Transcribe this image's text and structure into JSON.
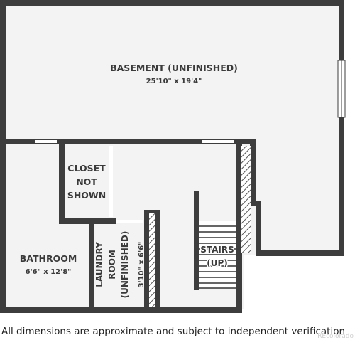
{
  "rooms": {
    "basement": {
      "name": "BASEMENT (UNFINISHED)",
      "dimensions": "25'10\" x 19'4\""
    },
    "closet": {
      "line1": "CLOSET",
      "line2": "NOT",
      "line3": "SHOWN"
    },
    "bathroom": {
      "name": "BATHROOM",
      "dimensions": "6'6\" x 12'8\""
    },
    "laundry": {
      "line1": "LAUNDRY",
      "line2": "ROOM",
      "line3": "(UNFINISHED)",
      "dimensions": "3'10\" x 6'6\""
    },
    "stairs": {
      "line1": "STAIRS",
      "line2": "(UP)"
    }
  },
  "footer": {
    "disclaimer": "All dimensions are approximate and subject to independent verification",
    "watermark": "REcolorado"
  },
  "colors": {
    "wall": "#3d3d3d",
    "floor": "#f3f3f3",
    "background": "#ffffff"
  }
}
